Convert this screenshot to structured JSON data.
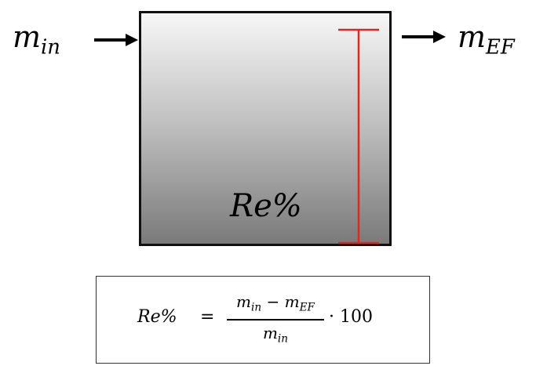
{
  "inflow": {
    "symbol": "m",
    "subscript": "in"
  },
  "outflow": {
    "symbol": "m",
    "subscript": "EF"
  },
  "tank": {
    "label": "Re%"
  },
  "formula": {
    "lhs": "Re%",
    "equals": "=",
    "numerator": {
      "a_symbol": "m",
      "a_sub": "in",
      "minus": "−",
      "b_symbol": "m",
      "b_sub": "EF"
    },
    "denominator": {
      "symbol": "m",
      "sub": "in"
    },
    "multiplier": "· 100"
  },
  "colors": {
    "marker": "#d42a2a",
    "arrow": "#000000",
    "tank_top": "#f7f7f7",
    "tank_bottom": "#7a7a7a"
  }
}
